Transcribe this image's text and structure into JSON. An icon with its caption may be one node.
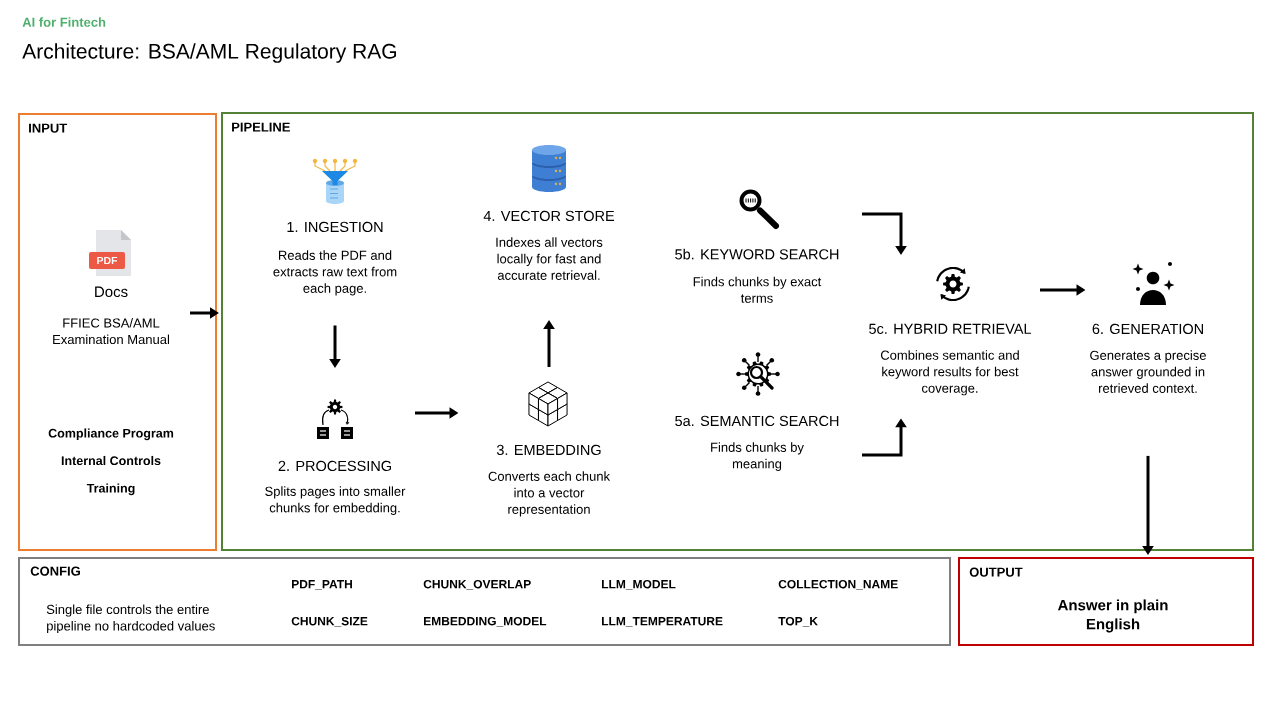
{
  "diagram": {
    "title": "Architecture: BSA/AML Regulatory RAG",
    "nodes": [
      {
        "text": [
          "INPUT",
          "Compliance Program",
          "Internal Controls",
          "Training"
        ]
      },
      {
        "text": [
          "Docs",
          "FFIEC BSA/AML Examination Manual"
        ],
        "in": 0
      },
      {
        "text": [
          "PIPELINE"
        ]
      },
      {
        "text": [
          "1. INGESTION",
          "Reads the PDF and extracts raw text from each page."
        ],
        "in": 2
      },
      {
        "text": [
          "2. PROCESSING",
          "Splits pages into smaller chunks for embedding."
        ],
        "in": 2
      },
      {
        "text": [
          "3. EMBEDDING",
          "Converts each chunk into a vector representation"
        ],
        "in": 2
      },
      {
        "text": [
          "4. VECTOR STORE",
          "Indexes all vectors locally for fast and accurate retrieval."
        ],
        "in": 2
      },
      {
        "text": [
          "5b. KEYWORD SEARCH",
          "Finds chunks by exact terms"
        ],
        "in": 2
      },
      {
        "text": [
          "5a. SEMANTIC SEARCH",
          "Finds chunks by meaning"
        ],
        "in": 2
      },
      {
        "text": [
          "5c. HYBRID RETRIEVAL",
          "Combines semantic and keyword results for best coverage."
        ],
        "in": 2
      },
      {
        "text": [
          "6. GENERATION",
          "Generates a precise answer grounded in retrieved context."
        ],
        "in": 2
      },
      {
        "text": [
          "CONFIG",
          "Single file controls the entire pipeline no hardcoded values",
          "PDF_PATH",
          "CHUNK_OVERLAP",
          "LLM_MODEL",
          "COLLECTION_NAME",
          "CHUNK_SIZE",
          "EMBEDDING_MODEL",
          "LLM_TEMPERATURE",
          "TOP_K"
        ]
      },
      {
        "text": [
          "OUTPUT",
          "Answer in plain English"
        ]
      }
    ],
    "edges": [
      {
        "from": 1,
        "to": 2,
        "arrow": "to"
      },
      {
        "from": 3,
        "to": 4,
        "arrow": "to"
      },
      {
        "from": 4,
        "to": 5,
        "arrow": "to"
      },
      {
        "from": 5,
        "to": 6,
        "arrow": "to"
      },
      {
        "from": 7,
        "to": 9,
        "arrow": "to"
      },
      {
        "from": 8,
        "to": 9,
        "arrow": "to"
      },
      {
        "from": 9,
        "to": 10,
        "arrow": "to"
      },
      {
        "from": 10,
        "to": 12,
        "arrow": "to"
      }
    ],
    "labels": [
      "AI for Fintech",
      "PDF"
    ]
  }
}
